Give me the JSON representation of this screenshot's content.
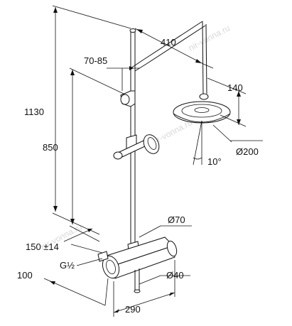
{
  "dimensions": {
    "total_height": "1130",
    "holder_height": "850",
    "arm_length": "410",
    "holder_range": "70-85",
    "head_drop": "140",
    "head_diameter": "Ø200",
    "tilt_angle": "10°",
    "pipe_diameter_upper": "Ø70",
    "inlet_spacing": "150 ±14",
    "thread": "G½",
    "wall_offset": "100",
    "pipe_diameter_lower": "Ø40",
    "mixer_width": "290"
  },
  "watermarks": [
    "nir-vonna.ru",
    "nir-vonna.ru",
    "nir-vonna.ru"
  ],
  "colors": {
    "line": "#111111",
    "watermark": "#d8d8d8"
  }
}
